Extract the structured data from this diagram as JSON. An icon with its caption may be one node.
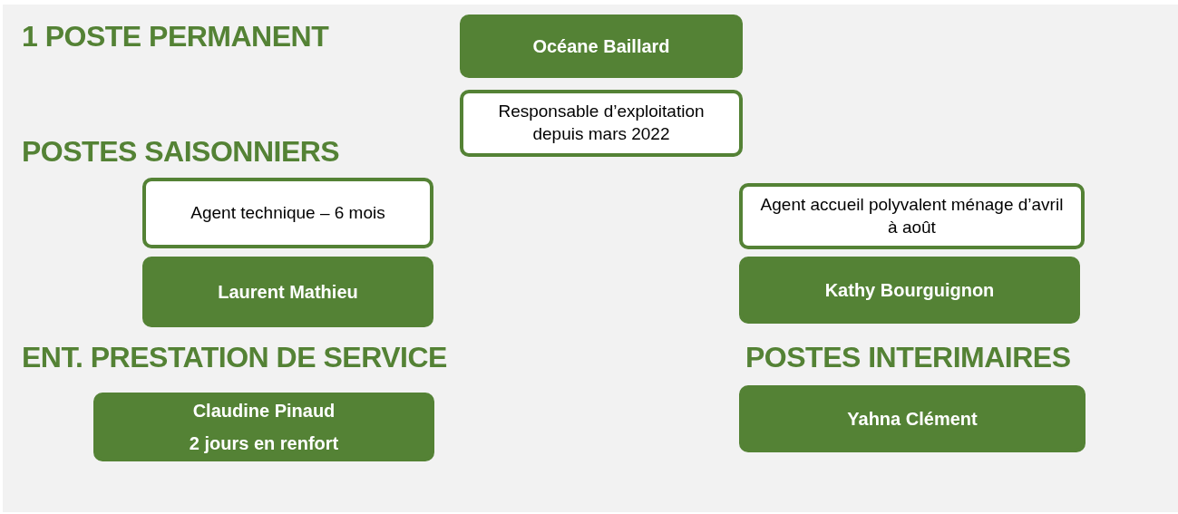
{
  "diagram": {
    "nodes": [
      {
        "text": [
          "Océane Baillard"
        ]
      },
      {
        "text": [
          "Responsable d’exploitation depuis mars 2022"
        ]
      },
      {
        "text": [
          "Agent technique – 6 mois"
        ]
      },
      {
        "text": [
          "Laurent Mathieu"
        ]
      },
      {
        "text": [
          "Agent accueil polyvalent ménage d’avril à août"
        ]
      },
      {
        "text": [
          "Kathy Bourguignon"
        ]
      },
      {
        "text": [
          "Claudine Pinaud",
          "2 jours en renfort"
        ]
      },
      {
        "text": [
          "Yahna Clément"
        ]
      }
    ],
    "labels": [
      "1 POSTE PERMANENT",
      "POSTES SAISONNIERS",
      "ENT. PRESTATION DE SERVICE",
      "POSTES INTERIMAIRES"
    ]
  }
}
